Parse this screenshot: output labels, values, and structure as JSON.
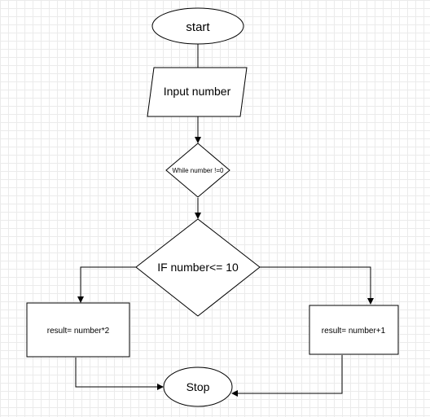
{
  "diagram": {
    "start_label": "start",
    "input_label": "Input number",
    "while_label": "While number !=0",
    "if_label": "IF number<= 10",
    "left_process_label": "result= number*2",
    "right_process_label": "result= number+1",
    "stop_label": "Stop"
  }
}
